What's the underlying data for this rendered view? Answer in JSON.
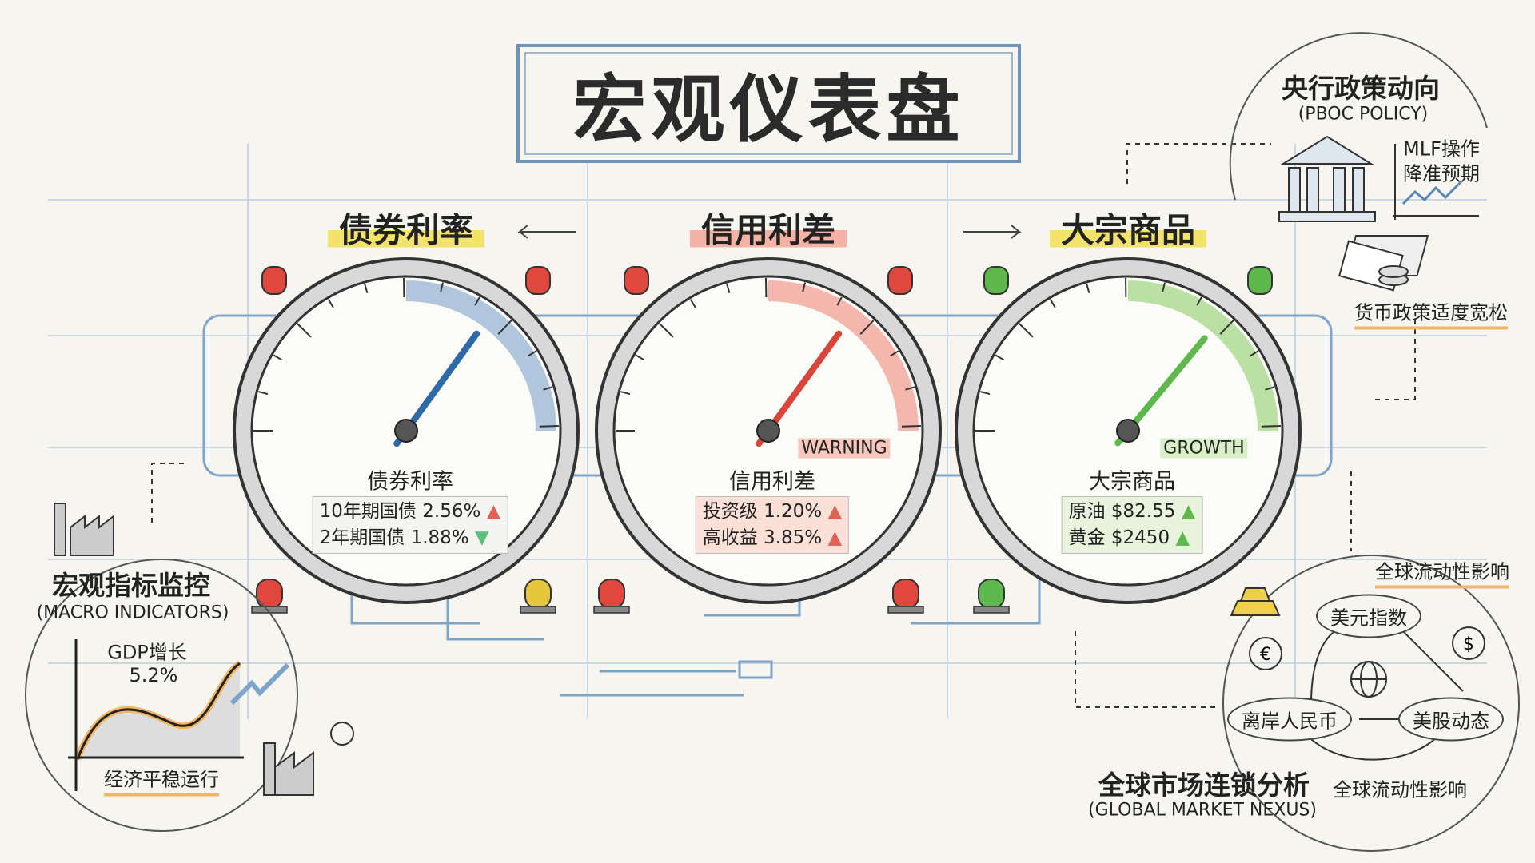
{
  "title": "宏观仪表盘",
  "colors": {
    "accent_blue": "#6f93b8",
    "warning_red": "#e05a50",
    "growth_green": "#6cbf4b",
    "highlight_yellow": "#f3e36b",
    "highlight_orange": "#f0b565"
  },
  "gauges": [
    {
      "id": "bond",
      "heading": "债券利率",
      "label": "债券利率",
      "needle_level": 0.7,
      "zone_label": "",
      "light_color": "red",
      "rows": [
        {
          "name": "10年期国债",
          "value": "2.56%",
          "trend": "up"
        },
        {
          "name": "2年期国债",
          "value": "1.88%",
          "trend": "down"
        }
      ]
    },
    {
      "id": "credit",
      "heading": "信用利差",
      "label": "信用利差",
      "needle_level": 0.7,
      "zone_label": "WARNING",
      "light_color": "red",
      "rows": [
        {
          "name": "投资级",
          "value": "1.20%",
          "trend": "up"
        },
        {
          "name": "高收益",
          "value": "3.85%",
          "trend": "up"
        }
      ]
    },
    {
      "id": "commodity",
      "heading": "大宗商品",
      "label": "大宗商品",
      "needle_level": 0.72,
      "zone_label": "GROWTH",
      "light_color": "green",
      "rows": [
        {
          "name": "原油",
          "value": "$82.55",
          "trend": "up"
        },
        {
          "name": "黄金",
          "value": "$2450",
          "trend": "up"
        }
      ]
    }
  ],
  "macro": {
    "title": "宏观指标监控",
    "subtitle": "(MACRO INDICATORS)",
    "gdp_label": "GDP增长",
    "gdp_value": "5.2%",
    "caption": "经济平稳运行"
  },
  "pboc": {
    "title": "央行政策动向",
    "subtitle": "(PBOC POLICY)",
    "line1": "MLF操作",
    "line2": "降准预期",
    "caption": "货币政策适度宽松"
  },
  "global": {
    "top_caption": "全球流动性影响",
    "nodes": [
      "美元指数",
      "离岸人民币",
      "美股动态"
    ],
    "title": "全球市场连锁分析",
    "subtitle": "(GLOBAL MARKET NEXUS)",
    "bottom_caption": "全球流动性影响"
  },
  "icons": [
    "factory-icon",
    "bank-icon",
    "money-stack-icon",
    "document-icon",
    "coins-icon",
    "oil-barrel-icon",
    "gold-bar-icon",
    "globe-icon",
    "euro-icon",
    "dollar-icon",
    "siren-icon",
    "warning-icon",
    "world-map-icon"
  ]
}
